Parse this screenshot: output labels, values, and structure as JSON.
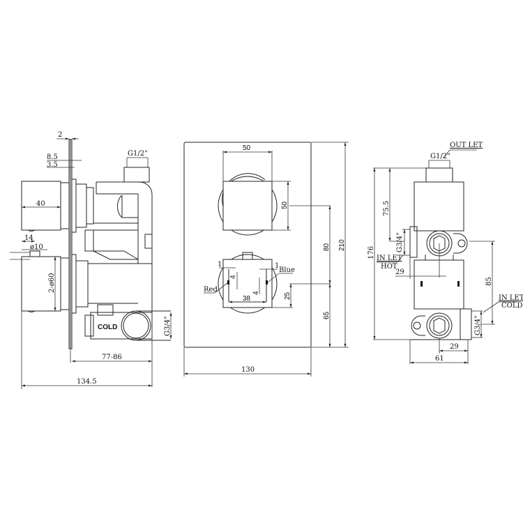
{
  "drawing": {
    "type": "technical-dimension-drawing",
    "subject": "thermostatic shower valve"
  },
  "side_view": {
    "dims": {
      "plate_thickness": "2",
      "d1": "8.5",
      "d2": "3.5",
      "handle_depth": "40",
      "d3": "14",
      "pin_dia": "ø10",
      "handle_dia": "2-ø60",
      "depth_range": "77-86",
      "overall_depth": "134.5"
    },
    "outlet_thread": "G1/2\"",
    "inlet_thread": "G3/4\"",
    "cold_label": "COLD"
  },
  "front_view": {
    "dims": {
      "knob_width": "50",
      "knob_height": "50",
      "center_spacing": "80",
      "plate_height": "210",
      "lower_offset": "65",
      "lower_knob_half": "25",
      "marker_spacing": "38",
      "marker_len_left": "4",
      "marker_len_right": "4",
      "marker_offset_left": "1",
      "marker_offset_right": "1",
      "plate_width": "130"
    },
    "markers": {
      "red_label": "Red",
      "blue_label": "Blue"
    }
  },
  "rear_view": {
    "dims": {
      "outlet_to_inlet": "75.5",
      "overall_height": "176",
      "hot_offset": "29",
      "inlet_spacing": "85",
      "cold_offset": "29",
      "body_width": "61"
    },
    "threads": {
      "outlet": "G1/2\"",
      "hot_inlet": "G3/4\"",
      "cold_inlet": "G3/4\""
    },
    "labels": {
      "outlet": "OUT LET",
      "inlet_hot_1": "IN LET",
      "inlet_hot_2": "HOT",
      "inlet_cold_1": "IN LET",
      "inlet_cold_2": "COLD"
    }
  }
}
